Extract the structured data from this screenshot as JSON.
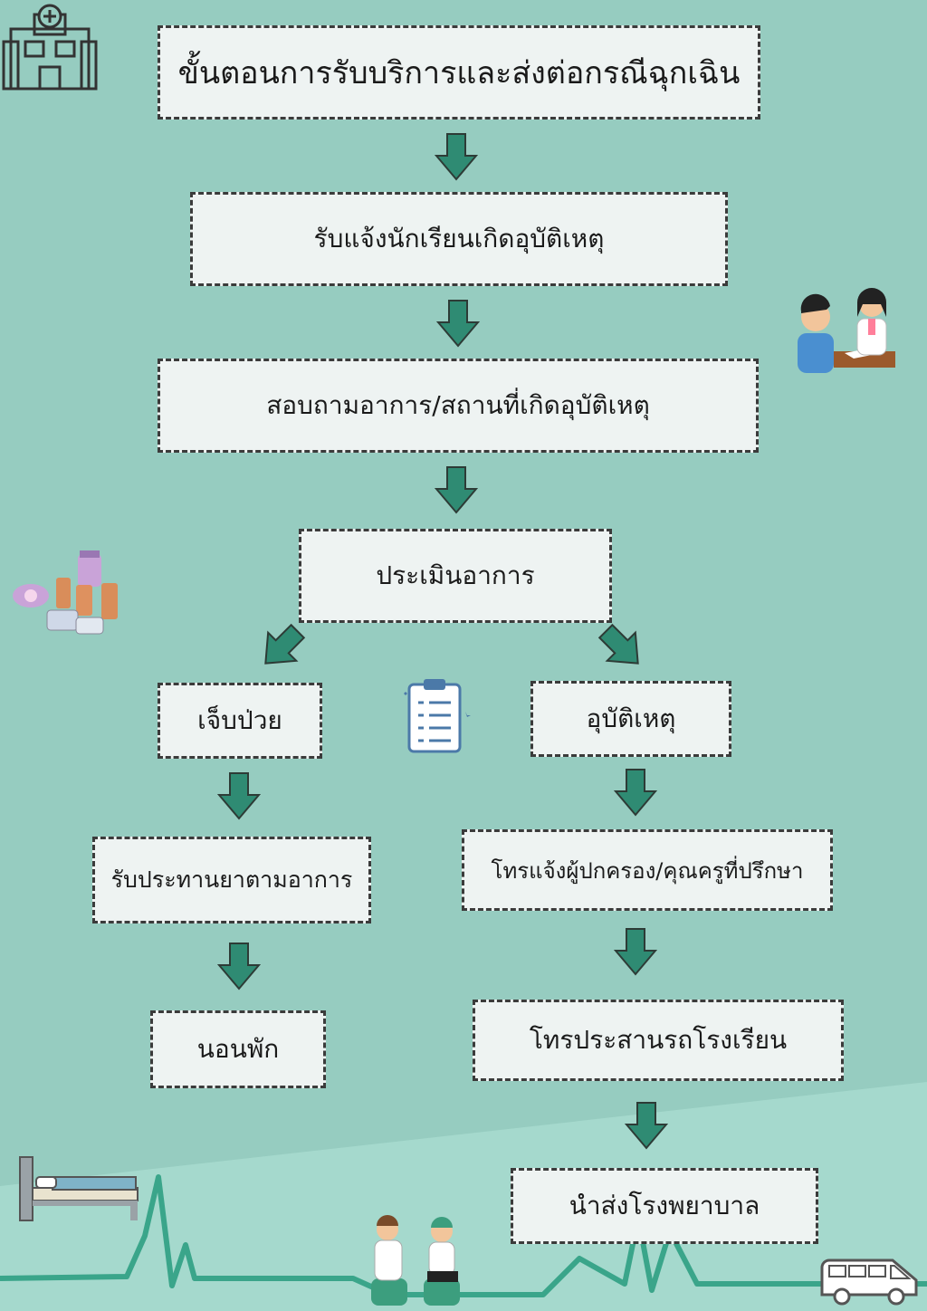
{
  "title": "ขั้นตอนการรับบริการและส่งต่อกรณีฉุกเฉิน",
  "steps": {
    "receive_report": "รับแจ้งนักเรียนเกิดอุบัติเหตุ",
    "ask_symptoms": "สอบถามอาการ/สถานที่เกิดอุบัติเหตุ",
    "assess": "ประเมินอาการ"
  },
  "branches": {
    "illness": {
      "label": "เจ็บป่วย",
      "steps": [
        "รับประทานยาตามอาการ",
        "นอนพัก"
      ]
    },
    "accident": {
      "label": "อุบัติเหตุ",
      "steps": [
        "โทรแจ้งผู้ปกครอง/คุณครูที่ปรึกษา",
        "โทรประสานรถโรงเรียน",
        "นำส่งโรงพยาบาล"
      ]
    }
  },
  "colors": {
    "background": "#96ccc0",
    "box_fill": "#eef3f2",
    "box_border": "#3b3b3b",
    "arrow": "#2f8b73",
    "arrow_outline": "#2d3b36",
    "heartbeat": "#3aa58a"
  },
  "icons": [
    "hospital-icon",
    "doctor-patient-icon",
    "medicine-icon",
    "clipboard-icon",
    "bed-icon",
    "nurse-patient-icon",
    "van-icon"
  ]
}
